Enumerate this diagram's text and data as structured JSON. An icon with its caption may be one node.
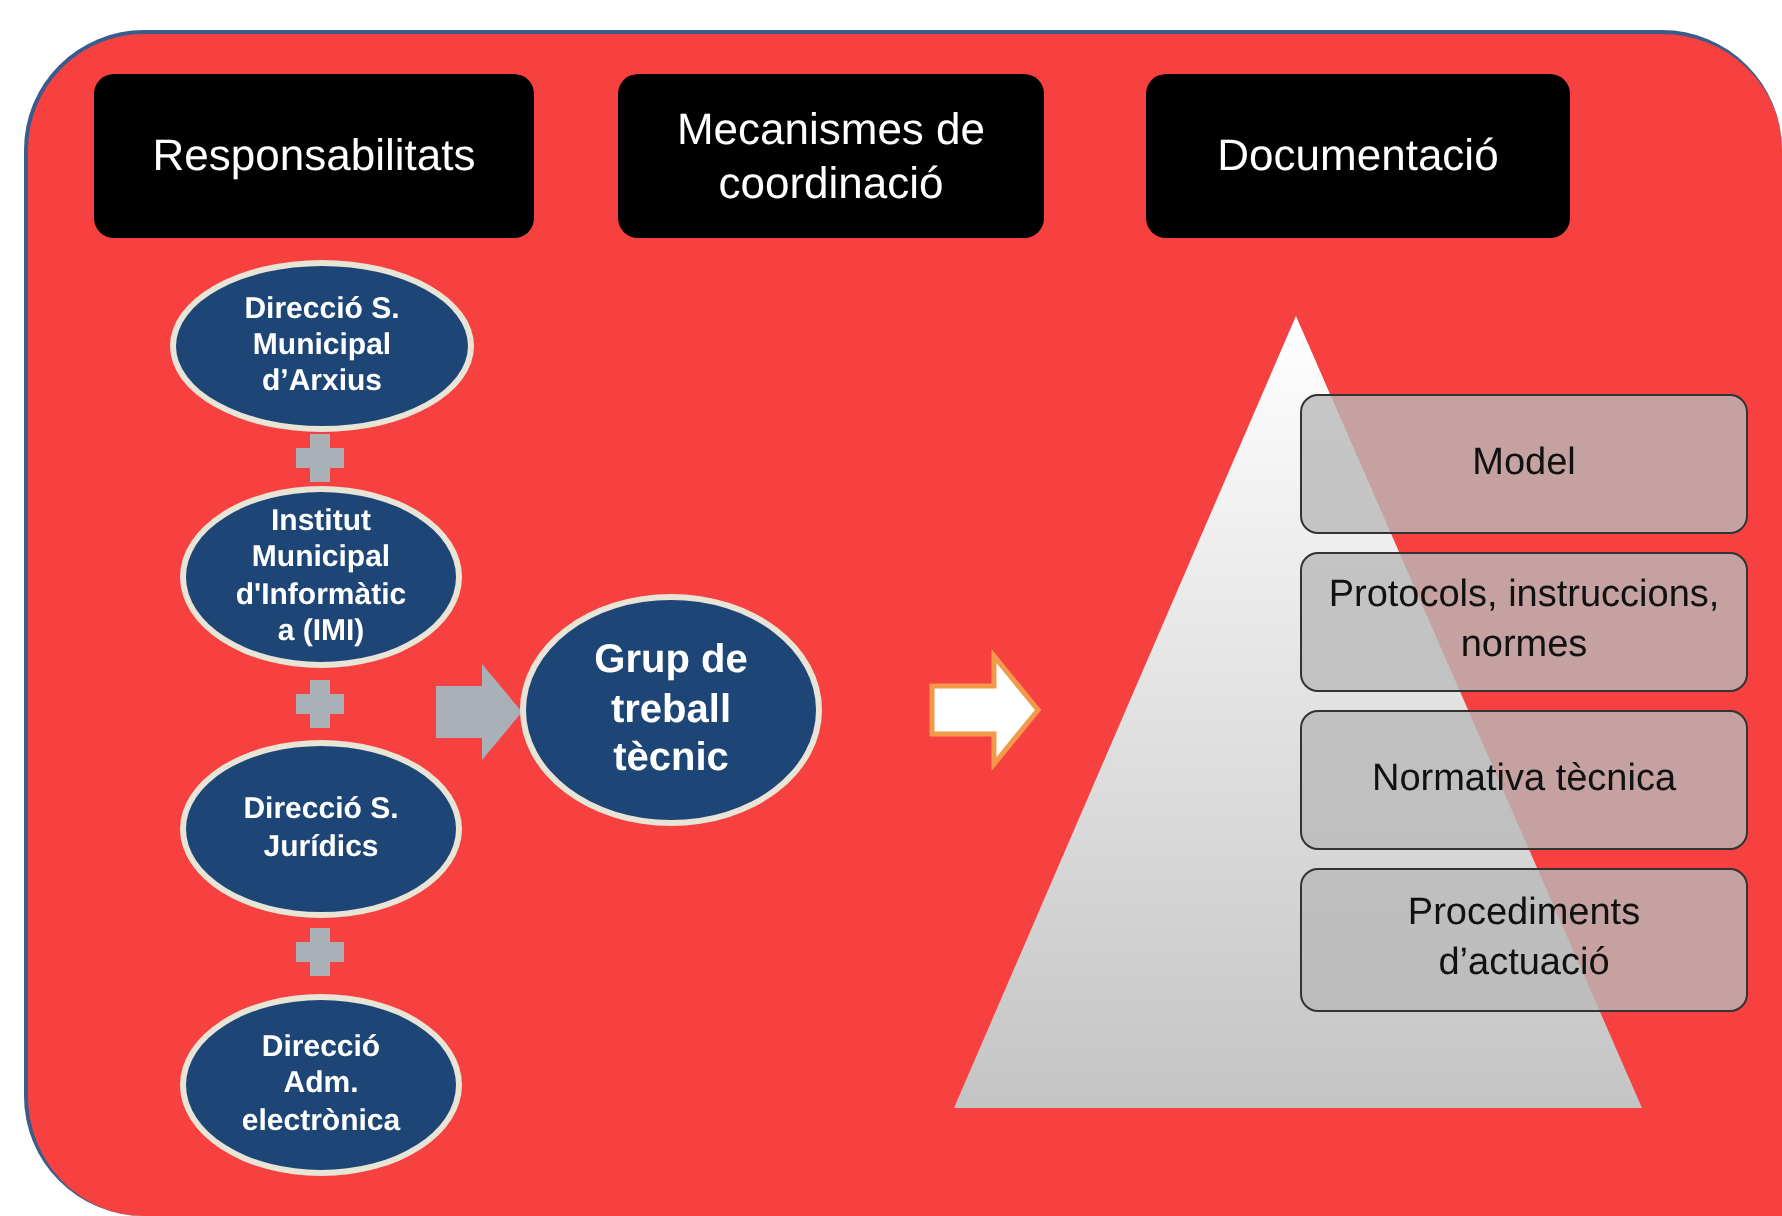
{
  "diagram": {
    "nodes": [
      {
        "text": [
          "Responsabilitats"
        ]
      },
      {
        "text": [
          "Mecanismes de coordinació"
        ]
      },
      {
        "text": [
          "Documentació"
        ]
      },
      {
        "text": [
          "Direcció S. Municipal d’Arxius"
        ]
      },
      {
        "text": [
          "Institut Municipal d'Informàtic a (IMI)"
        ]
      },
      {
        "text": [
          "Direcció S. Jurídics"
        ]
      },
      {
        "text": [
          "Direcció Adm. electrònica"
        ]
      },
      {
        "text": [
          "Grup de treball tècnic"
        ]
      },
      {
        "text": [],
        "shape": "triangle"
      },
      {
        "text": [
          "Model"
        ]
      },
      {
        "text": [
          "Protocols, instruccions, normes"
        ]
      },
      {
        "text": [
          "Normativa tècnica"
        ]
      },
      {
        "text": [
          "Procediments d’actuació"
        ]
      }
    ],
    "edges": [
      {
        "from": null,
        "to": 7,
        "arrow": "to"
      },
      {
        "from": 7,
        "to": 8,
        "arrow": "to"
      }
    ]
  }
}
